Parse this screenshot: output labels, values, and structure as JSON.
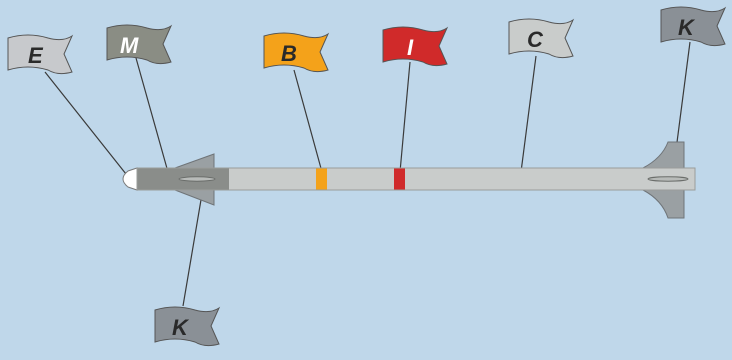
{
  "colors": {
    "background": "#bfd7ea",
    "body": "#c9cccb",
    "nose_section": "#8a8d8a",
    "fin": "#9aa0a3",
    "band_B": "#f4a21a",
    "band_I": "#d02a2a",
    "leader": "#3a3a3a"
  },
  "flags": [
    {
      "id": "E",
      "label": "E",
      "fill": "#c7c9cc",
      "text_color": "#2a2a2a"
    },
    {
      "id": "M",
      "label": "M",
      "fill": "#8a8d84",
      "text_color": "#ffffff"
    },
    {
      "id": "B",
      "label": "B",
      "fill": "#f4a21a",
      "text_color": "#2a2a2a"
    },
    {
      "id": "I",
      "label": "I",
      "fill": "#d02a2a",
      "text_color": "#ffffff"
    },
    {
      "id": "C",
      "label": "C",
      "fill": "#c9cccb",
      "text_color": "#2a2a2a"
    },
    {
      "id": "K-top",
      "label": "K",
      "fill": "#8a9096",
      "text_color": "#2a2a2a"
    },
    {
      "id": "K-bottom",
      "label": "K",
      "fill": "#8a9096",
      "text_color": "#2a2a2a"
    }
  ]
}
